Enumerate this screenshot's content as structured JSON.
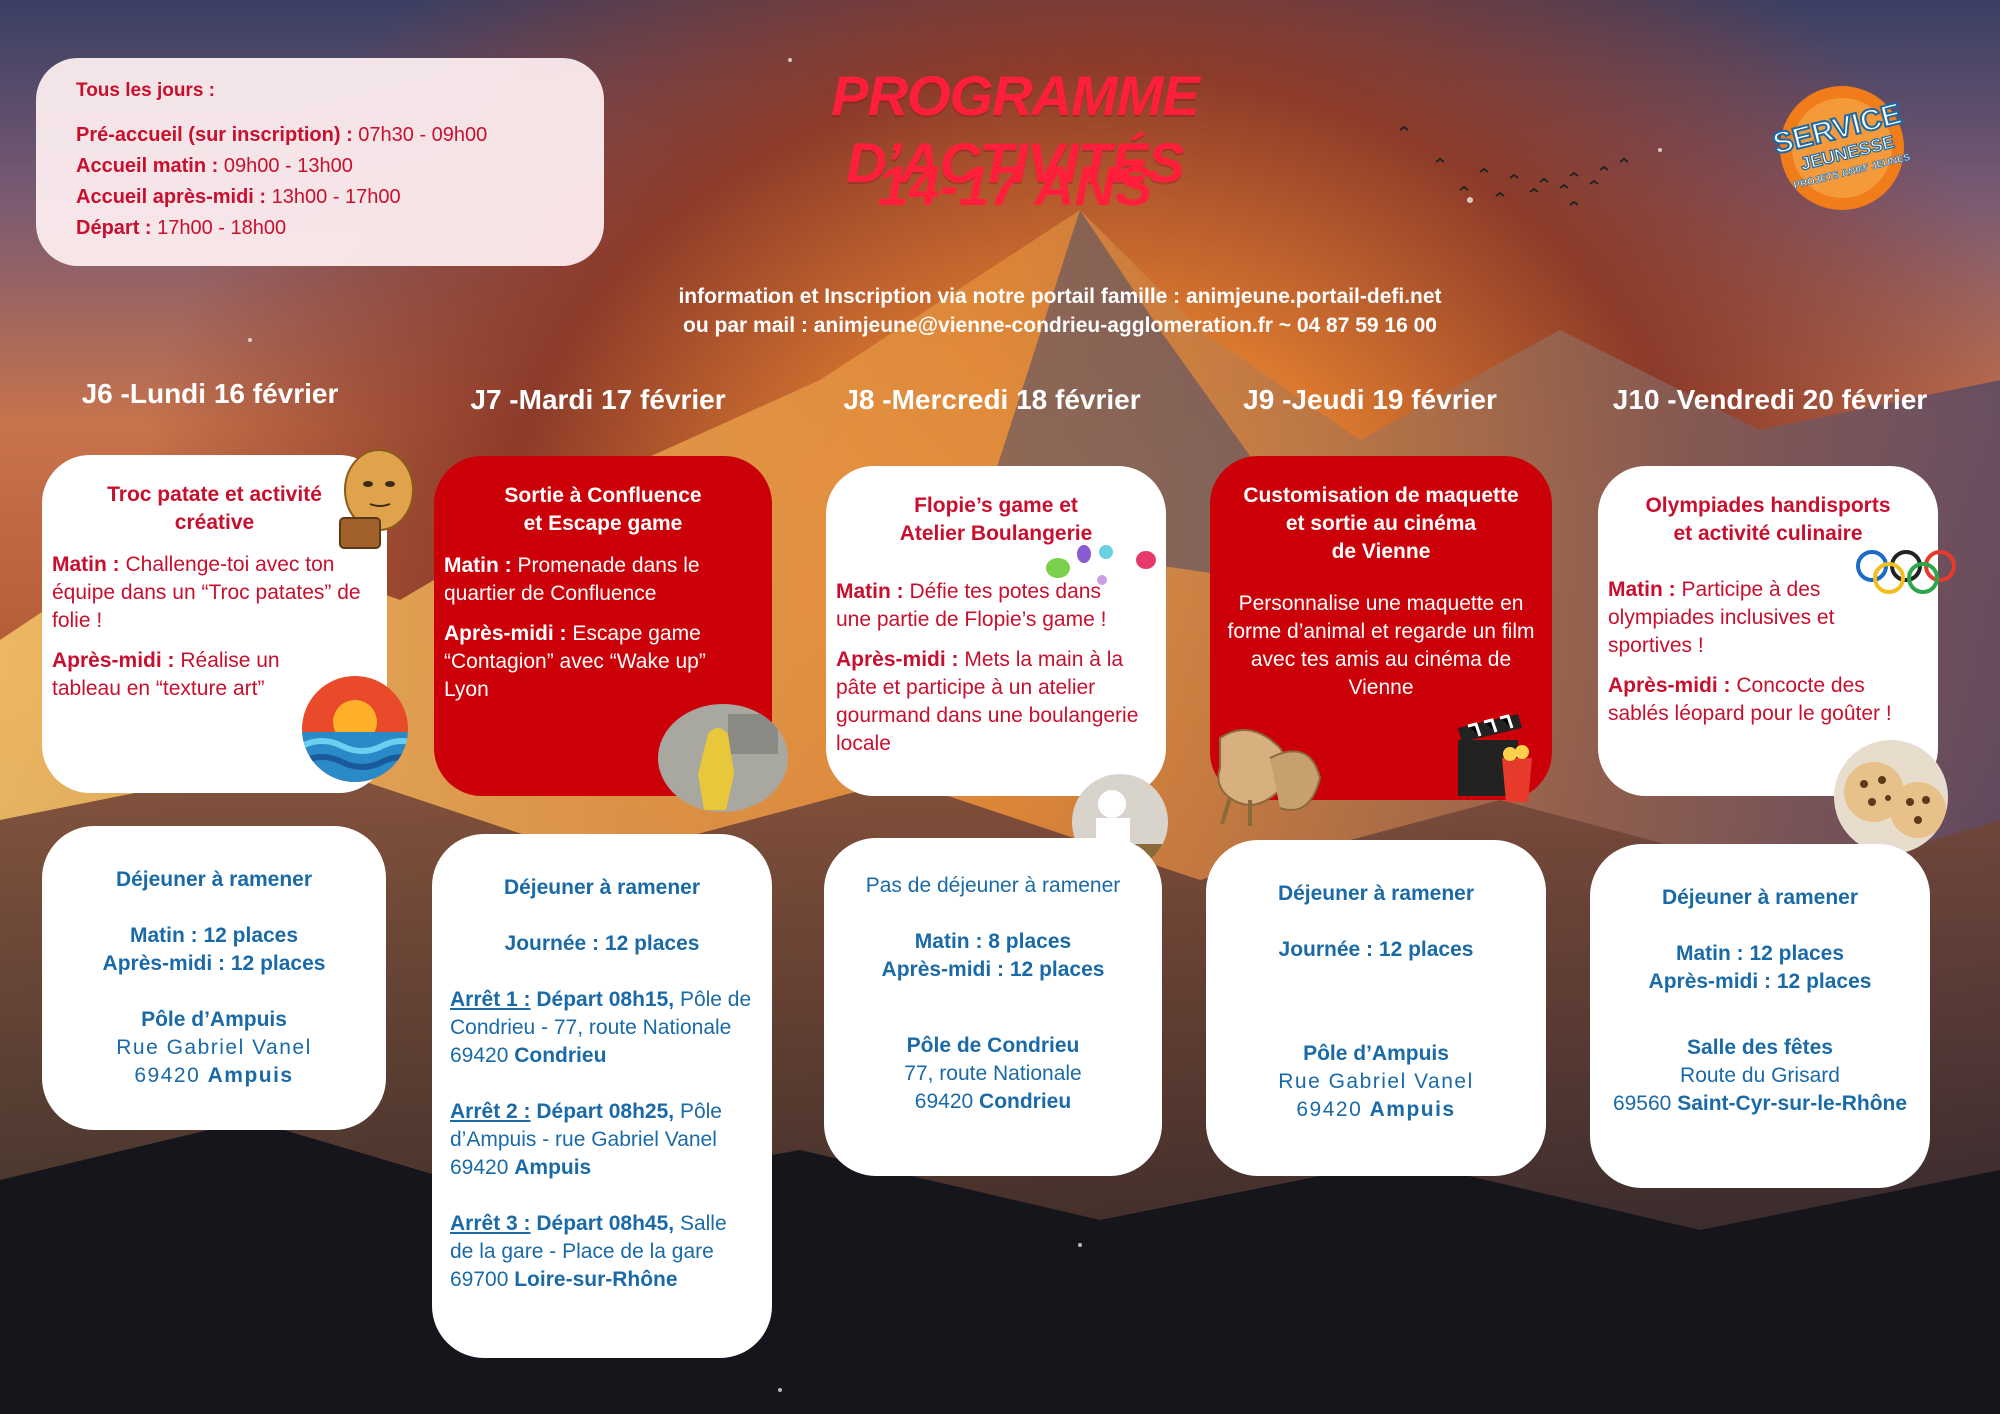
{
  "hours": {
    "title": "Tous les jours :",
    "rows": [
      {
        "label": "Pré-accueil (sur inscription) :",
        "value": " 07h30 - 09h00"
      },
      {
        "label": "Accueil  matin :",
        "value": " 09h00 - 13h00"
      },
      {
        "label": "Accueil après-midi  :",
        "value": " 13h00 - 17h00"
      },
      {
        "label": "Départ :",
        "value": " 17h00 - 18h00"
      }
    ]
  },
  "title": {
    "line1": "PROGRAMME D’ACTIVITÉS",
    "line2": "14-17 ANS"
  },
  "info": {
    "line1": "information et Inscription via notre portail famille : animjeune.portail-defi.net",
    "line2": "ou par mail : animjeune@vienne-condrieu-agglomeration.fr  ~  04 87 59 16 00"
  },
  "logo": {
    "line1": "SERVICE",
    "line2": "JEUNESSE",
    "line3": "PROJETS ANIM' JEUNES"
  },
  "days": [
    {
      "title": "J6 -Lundi 16 février",
      "activity": {
        "title": "Troc patate et activité créative",
        "matin_label": "Matin :",
        "matin": " Challenge-toi avec ton équipe dans un “Troc patates” de folie !",
        "aprem_label": "Après-midi :",
        "aprem": " Réalise un tableau en “texture art”"
      },
      "logistics": {
        "lunch": "Déjeuner à ramener",
        "places1": "Matin : 12 places",
        "places2": "Après-midi : 12 places",
        "place_name": "Pôle d’Ampuis",
        "address1": "Rue Gabriel Vanel",
        "address2_zip": "69420 ",
        "address2_city": "Ampuis"
      }
    },
    {
      "title": "J7 -Mardi 17 février",
      "activity": {
        "title_line1": "Sortie à Confluence",
        "title_line2": "et Escape game",
        "matin_label": "Matin :",
        "matin": " Promenade dans le quartier de Confluence",
        "aprem_label": "Après-midi :",
        "aprem": "  Escape game “Contagion” avec “Wake up” Lyon"
      },
      "logistics": {
        "lunch": "Déjeuner à ramener",
        "places": "Journée : 12 places",
        "stops": [
          {
            "label": "Arrêt 1 :",
            "time": " Départ 08h15,",
            "text": " Pôle de Condrieu - 77, route Nationale 69420 ",
            "city": "Condrieu"
          },
          {
            "label": "Arrêt 2 :",
            "time": " Départ 08h25,",
            "text": " Pôle d’Ampuis - rue Gabriel Vanel 69420 ",
            "city": "Ampuis"
          },
          {
            "label": "Arrêt 3 :",
            "time": " Départ 08h45,",
            "text": " Salle de la gare - Place de la gare 69700 ",
            "city": "Loire-sur-Rhône"
          }
        ]
      }
    },
    {
      "title": "J8 -Mercredi 18 février",
      "activity": {
        "title_line1": "Flopie’s game et",
        "title_line2": "Atelier Boulangerie",
        "matin_label": "Matin :",
        "matin": " Défie tes potes dans une partie de Flopie’s game !",
        "aprem_label": "Après-midi :",
        "aprem": " Mets la main à la pâte et participe à un atelier gourmand dans une boulangerie locale"
      },
      "logistics": {
        "lunch": "Pas de déjeuner à ramener",
        "places1": "Matin : 8 places",
        "places2": "Après-midi : 12 places",
        "place_name": "Pôle de Condrieu",
        "address1": "77, route Nationale",
        "address2_zip": "69420 ",
        "address2_city": "Condrieu"
      }
    },
    {
      "title": "J9 -Jeudi 19 février",
      "activity": {
        "title_line1": "Customisation de maquette",
        "title_line2": "et  sortie au cinéma",
        "title_line3": "de Vienne",
        "text": "Personnalise une maquette en forme d’animal et regarde un film avec tes amis au cinéma de Vienne"
      },
      "logistics": {
        "lunch": "Déjeuner à ramener",
        "places": "Journée : 12 places",
        "place_name": "Pôle d’Ampuis",
        "address1": "Rue Gabriel Vanel",
        "address2_zip": "69420 ",
        "address2_city": "Ampuis"
      }
    },
    {
      "title": "J10 -Vendredi 20 février",
      "activity": {
        "title_line1": "Olympiades handisports",
        "title_line2": "et activité culinaire",
        "matin_label": "Matin :",
        "matin": "  Participe à des olympiades inclusives et sportives !",
        "aprem_label": "Après-midi :",
        "aprem": "  Concocte des sablés léopard pour le  goûter !"
      },
      "logistics": {
        "lunch": "Déjeuner à ramener",
        "places1": "Matin : 12 places",
        "places2": "Après-midi : 12 places",
        "place_name": "Salle des fêtes",
        "address1": "Route du Grisard",
        "address2_zip": "69560 ",
        "address2_city": "Saint-Cyr-sur-le-Rhône"
      }
    }
  ],
  "colors": {
    "red": "#cc0008",
    "title_red": "#ff1f3a",
    "text_red": "#c8102e",
    "blue": "#1a6aa8"
  }
}
